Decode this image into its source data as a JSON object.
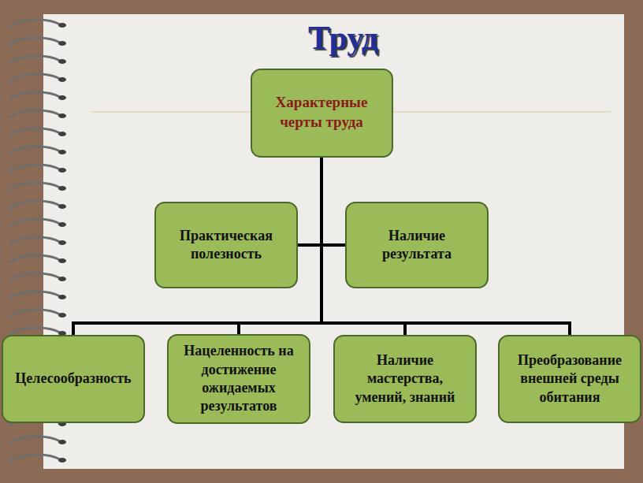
{
  "diagram": {
    "title": "Труд",
    "nodes": [
      {
        "text": [
          "Характерные черты труда"
        ]
      },
      {
        "text": [
          "Практическая полезность"
        ]
      },
      {
        "text": [
          "Наличие результата"
        ]
      },
      {
        "text": [
          "Целесообразность"
        ]
      },
      {
        "text": [
          "Нацеленность на достижение ожидаемых результатов"
        ]
      },
      {
        "text": [
          "Наличие мастерства, умений, знаний"
        ]
      },
      {
        "text": [
          "Преобразование внешней среды обитания"
        ]
      }
    ],
    "edges": [
      {
        "from": 0,
        "to": 1,
        "arrow": "none"
      },
      {
        "from": 0,
        "to": 2,
        "arrow": "none"
      },
      {
        "from": 0,
        "to": 3,
        "arrow": "none"
      },
      {
        "from": 0,
        "to": 4,
        "arrow": "none"
      },
      {
        "from": 0,
        "to": 5,
        "arrow": "none"
      },
      {
        "from": 0,
        "to": 6,
        "arrow": "none"
      }
    ]
  }
}
